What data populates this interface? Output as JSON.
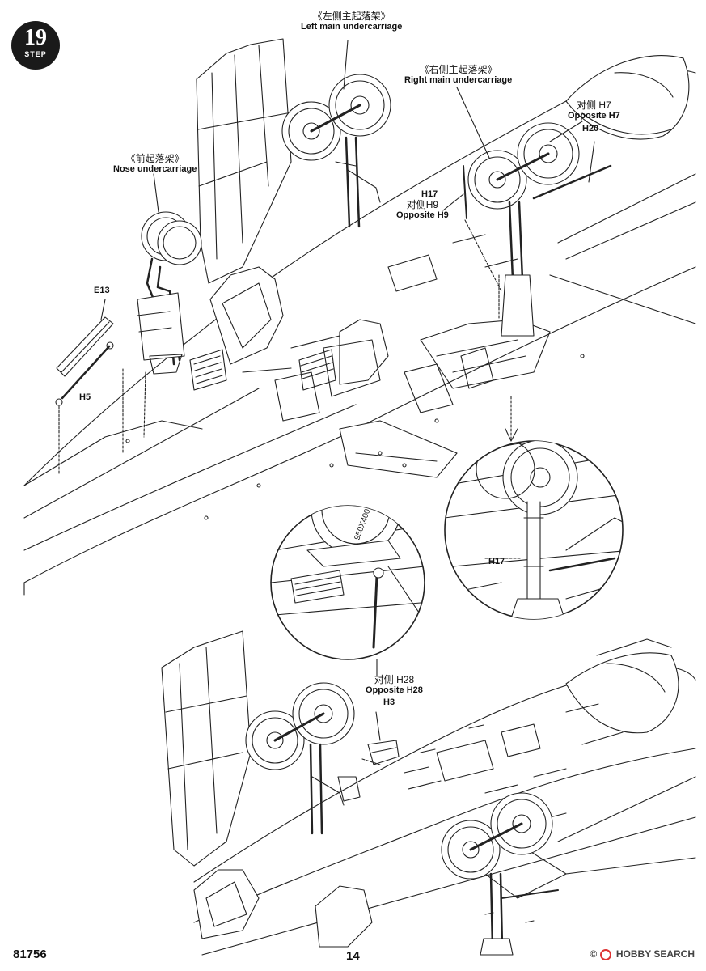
{
  "step": {
    "number": "19",
    "word": "STEP"
  },
  "labels": {
    "left_main": {
      "zh": "《左侧主起落架》",
      "en": "Left main undercarriage"
    },
    "right_main": {
      "zh": "《右侧主起落架》",
      "en": "Right main undercarriage"
    },
    "nose": {
      "zh": "《前起落架》",
      "en": "Nose undercarriage"
    },
    "opp_h7": {
      "zh": "对侧 H7",
      "en": "Opposite H7"
    },
    "h20": "H20",
    "h17_top": "H17",
    "opp_h9": {
      "zh": "对侧H9",
      "en": "Opposite H9"
    },
    "e13": "E13",
    "h5": "H5",
    "h17_inset": "H17",
    "opp_h28": {
      "zh": "对侧 H28",
      "en": "Opposite H28"
    },
    "h3": "H3",
    "tire_marking": "950X400"
  },
  "footer": {
    "kit_number": "81756",
    "page_number": "14"
  },
  "watermark": {
    "brand": "HOBBY SEARCH",
    "copyright": "©"
  }
}
